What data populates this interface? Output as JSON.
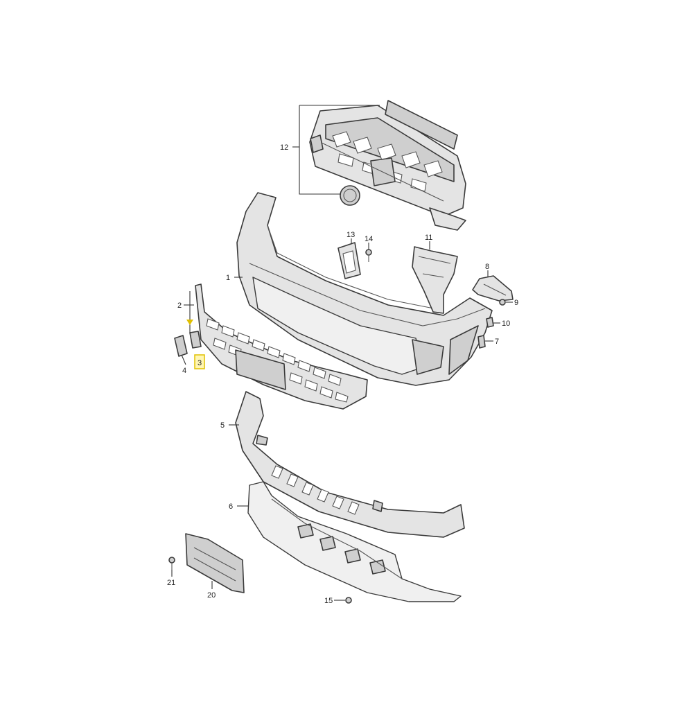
{
  "callouts": {
    "c1": "1",
    "c2": "2",
    "c3": "3",
    "c4": "4",
    "c5": "5",
    "c6": "6",
    "c7": "7",
    "c8": "8",
    "c9": "9",
    "c10": "10",
    "c11": "11",
    "c12": "12",
    "c13": "13",
    "c14": "14",
    "c15": "15",
    "c20": "20",
    "c21": "21"
  },
  "highlighted_callout": "3",
  "colors": {
    "highlight_fill": "#fff6b3",
    "highlight_border": "#e0c000",
    "marker": "#e0c000"
  }
}
